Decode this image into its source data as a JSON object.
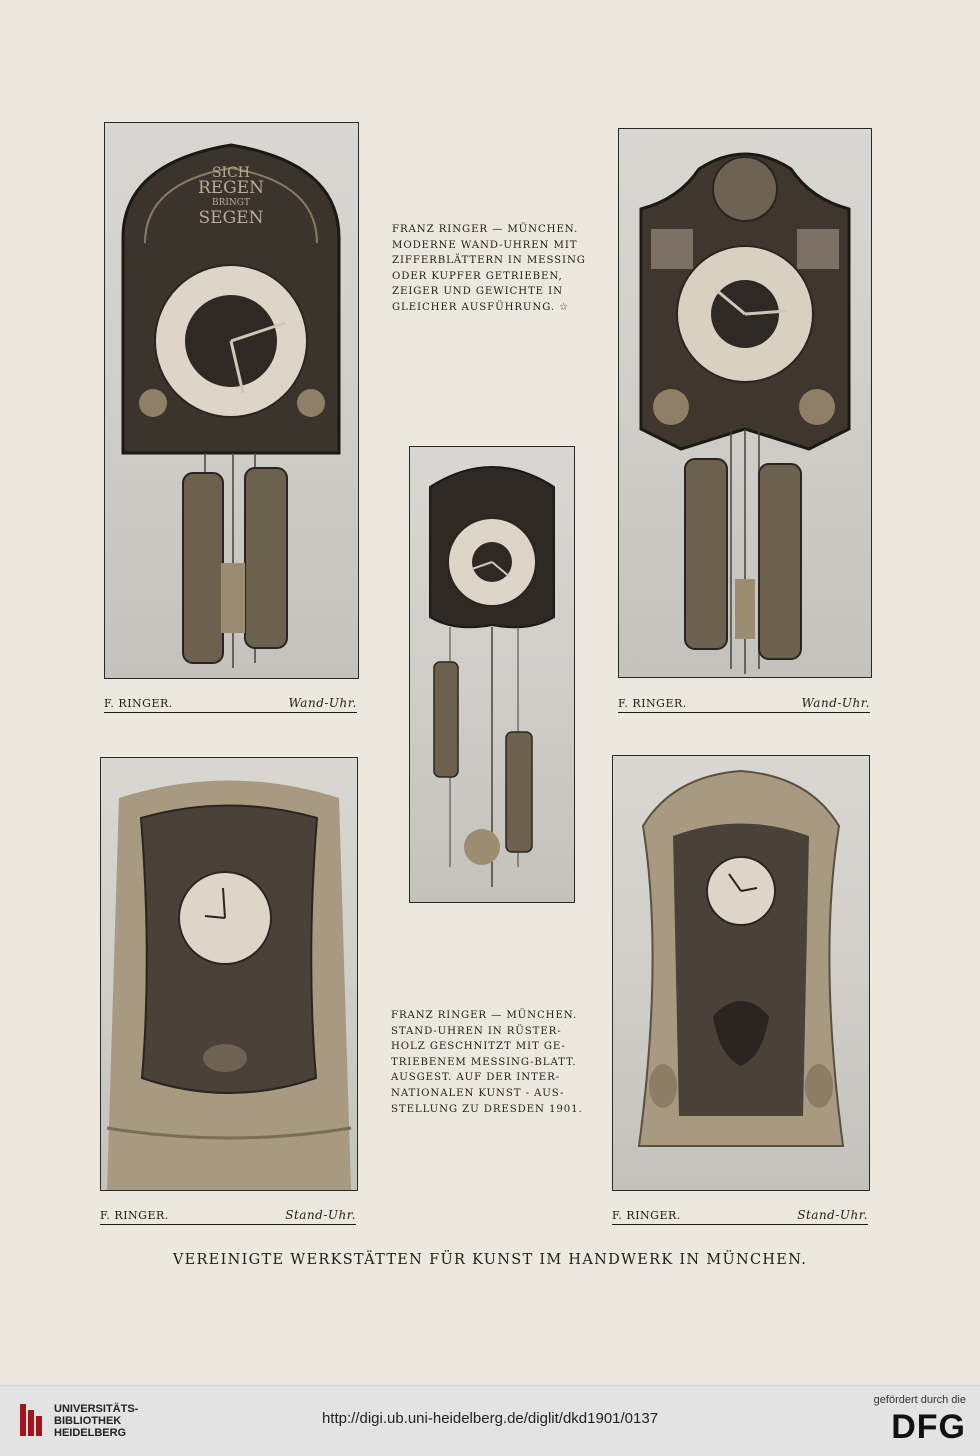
{
  "plates": [
    {
      "maker": "F. RINGER.",
      "type": "Wand-Uhr.",
      "dial_text": [
        "SICH",
        "REGEN",
        "BRINGT",
        "SEGEN"
      ]
    },
    {
      "maker": "F. RINGER.",
      "type": "Wand-Uhr."
    },
    {
      "maker": "F. RINGER.",
      "type": "Stand-Uhr."
    },
    {
      "maker": "F. RINGER.",
      "type": "Stand-Uhr."
    }
  ],
  "text_upper": [
    "FRANZ RINGER — MÜNCHEN.",
    "MODERNE WAND-UHREN MIT",
    "ZIFFERBLÄTTERN IN MESSING",
    "ODER KUPFER GETRIEBEN,",
    "ZEIGER UND GEWICHTE IN",
    "GLEICHER AUSFÜHRUNG. ☆"
  ],
  "text_lower": [
    "FRANZ RINGER — MÜNCHEN.",
    "STAND-UHREN IN RÜSTER-",
    "HOLZ GESCHNITZT MIT GE-",
    "TRIEBENEM MESSING-BLATT.",
    "AUSGEST. AUF DER INTER-",
    "NATIONALEN KUNST - AUS-",
    "STELLUNG ZU DRESDEN 1901."
  ],
  "footer_title": "VEREINIGTE WERKSTÄTTEN FÜR KUNST IM HANDWERK IN MÜNCHEN.",
  "bar": {
    "institution_lines": [
      "UNIVERSITÄTS-",
      "BIBLIOTHEK",
      "HEIDELBERG"
    ],
    "url": "http://digi.ub.uni-heidelberg.de/diglit/dkd1901/0137",
    "funded_by": "gefördert durch die",
    "funder": "DFG"
  }
}
